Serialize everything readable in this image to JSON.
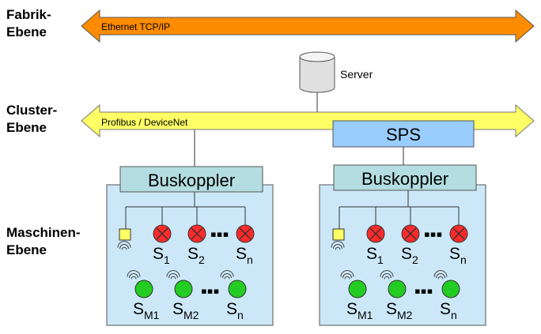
{
  "levels": {
    "fabrik": [
      "Fabrik-",
      "Ebene"
    ],
    "cluster": [
      "Cluster-",
      "Ebene"
    ],
    "maschinen": [
      "Maschinen-",
      "Ebene"
    ]
  },
  "buses": {
    "ethernet": {
      "label": "Ethernet TCP/IP",
      "color": "#ff8c00"
    },
    "profibus": {
      "label": "Profibus / DeviceNet",
      "color": "#ffff66"
    }
  },
  "server": {
    "label": "Server"
  },
  "sps": {
    "label": "SPS",
    "color": "#99ccff"
  },
  "cells": [
    {
      "buskoppler": "Buskoppler",
      "sensors": [
        {
          "main": "S",
          "sub": "1"
        },
        {
          "main": "S",
          "sub": "2"
        },
        {
          "main": "S",
          "sub": "n"
        }
      ],
      "wireless": [
        {
          "main": "S",
          "sub": "M1"
        },
        {
          "main": "S",
          "sub": "M2"
        },
        {
          "main": "S",
          "sub": "n"
        }
      ]
    },
    {
      "buskoppler": "Buskoppler",
      "sensors": [
        {
          "main": "S",
          "sub": "1"
        },
        {
          "main": "S",
          "sub": "2"
        },
        {
          "main": "S",
          "sub": "n"
        }
      ],
      "wireless": [
        {
          "main": "S",
          "sub": "M1"
        },
        {
          "main": "S",
          "sub": "M2"
        },
        {
          "main": "S",
          "sub": "n"
        }
      ]
    }
  ],
  "ellipsis": "▪▪▪",
  "colors": {
    "cell_bg": "#cce8f8",
    "buskoppler_bg": "#b3dde0",
    "sensor_red": "#ff2a2a",
    "sensor_green": "#22cc22",
    "transmitter": "#ffff66"
  }
}
